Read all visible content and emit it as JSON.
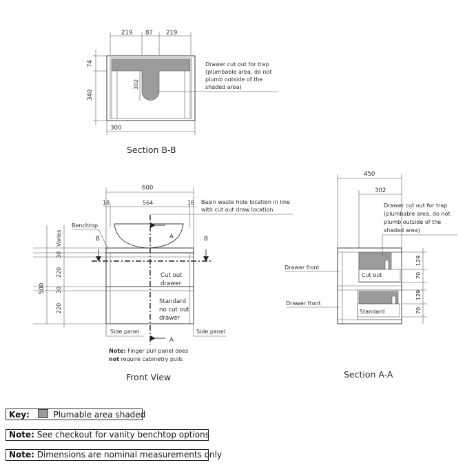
{
  "section_bb": {
    "title": "Section B-B",
    "dims": {
      "left": "219",
      "mid": "87",
      "right": "219",
      "top": "74",
      "height": "340",
      "depth": "300",
      "trap": "302"
    },
    "note": [
      "Drawer cut out for trap",
      "(plumbable area, do not",
      "plumb outside of the",
      "shaded area)"
    ]
  },
  "front_view": {
    "title": "Front View",
    "dims": {
      "width": "600",
      "inner": "564",
      "side_left": "18",
      "side_right": "18",
      "height": "500",
      "varies": "Varies",
      "h30a": "30",
      "h220a": "220",
      "h30b": "30",
      "h220b": "220"
    },
    "labels": {
      "benchtop": "Benchtop",
      "b_left": "B",
      "b_right": "B",
      "a_top": "A",
      "a_bottom": "A",
      "cut_out_drawer": [
        "Cut out",
        "drawer"
      ],
      "standard_drawer": [
        "Standard",
        "no cut out",
        "drawer"
      ],
      "side_panel_left": "Side panel",
      "side_panel_right": "Side panel"
    },
    "basin_note": [
      "Basin waste hole location in line",
      "with cut out draw location"
    ],
    "finger_note": {
      "label": "Note:",
      "line1": " Finger pull panel does",
      "bold": "not",
      "line2": " require cabinetry pulls"
    }
  },
  "section_aa": {
    "title": "Section A-A",
    "dims": {
      "depth": "450",
      "cut": "302",
      "d129a": "129",
      "d70a": "70",
      "d129b": "129",
      "d70b": "70"
    },
    "note": [
      "Drawer cut out for trap",
      "(plumbable area, do not",
      "plumb outside of the",
      "shaded area)"
    ],
    "labels": {
      "drawer_front_top": "Drawer front",
      "drawer_front_bottom": "Drawer front",
      "cut_out": "Cut out",
      "standard": "Standard"
    }
  },
  "legend": {
    "key_label": "Key:",
    "key_text": "Plumable area shaded",
    "note1_label": "Note:",
    "note1_text": " See checkout for vanity benchtop options",
    "note2_label": "Note:",
    "note2_text": " Dimensions are nominal measurements only"
  },
  "colors": {
    "shade": "#9b9b9b",
    "line": "#3a3a3a"
  }
}
